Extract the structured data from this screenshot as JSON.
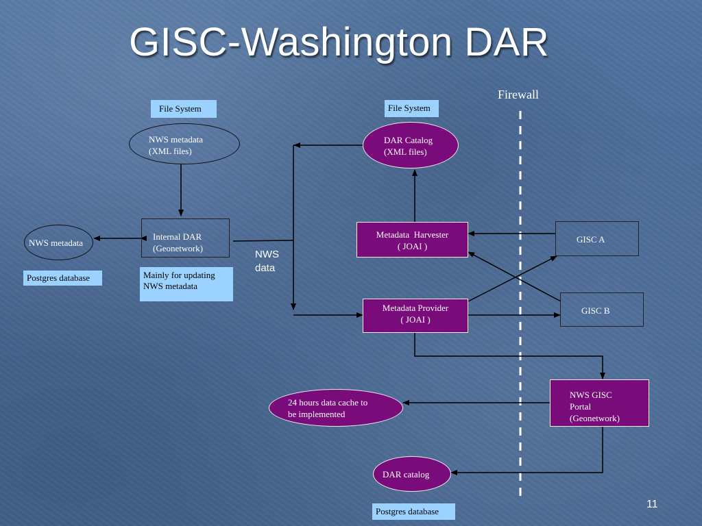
{
  "title": "GISC-Washington DAR",
  "firewall_label": "Firewall",
  "nws_data_label": [
    "NWS",
    "data"
  ],
  "page_number": "11",
  "file_system_left": "File System",
  "file_system_right": "File System",
  "nws_metadata_xml": [
    "NWS metadata",
    "(XML files)"
  ],
  "dar_catalog_xml": [
    "DAR Catalog",
    "(XML files)"
  ],
  "nws_metadata_db": "NWS metadata",
  "postgres_left": "Postgres database",
  "internal_dar": [
    "Internal DAR",
    "(Geonetwork)"
  ],
  "mainly_for": [
    "Mainly for updating",
    "NWS metadata"
  ],
  "harvester": [
    "Metadata  Harvester",
    "( JOAI )"
  ],
  "provider": [
    "Metadata Provider",
    "( JOAI )"
  ],
  "gisc_a": "GISC A",
  "gisc_b": "GISC B",
  "nws_gisc_portal": [
    "NWS GISC",
    "Portal",
    "(Geonetwork)"
  ],
  "cache": [
    "24 hours data cache to",
    "be implemented"
  ],
  "dar_catalog_db": "DAR catalog",
  "postgres_bottom": "Postgres database",
  "colors": {
    "background": "#4c6c98",
    "purple_node": "#7a0b7a",
    "label_box": "#9cd2ff",
    "text": "#ffffff"
  }
}
